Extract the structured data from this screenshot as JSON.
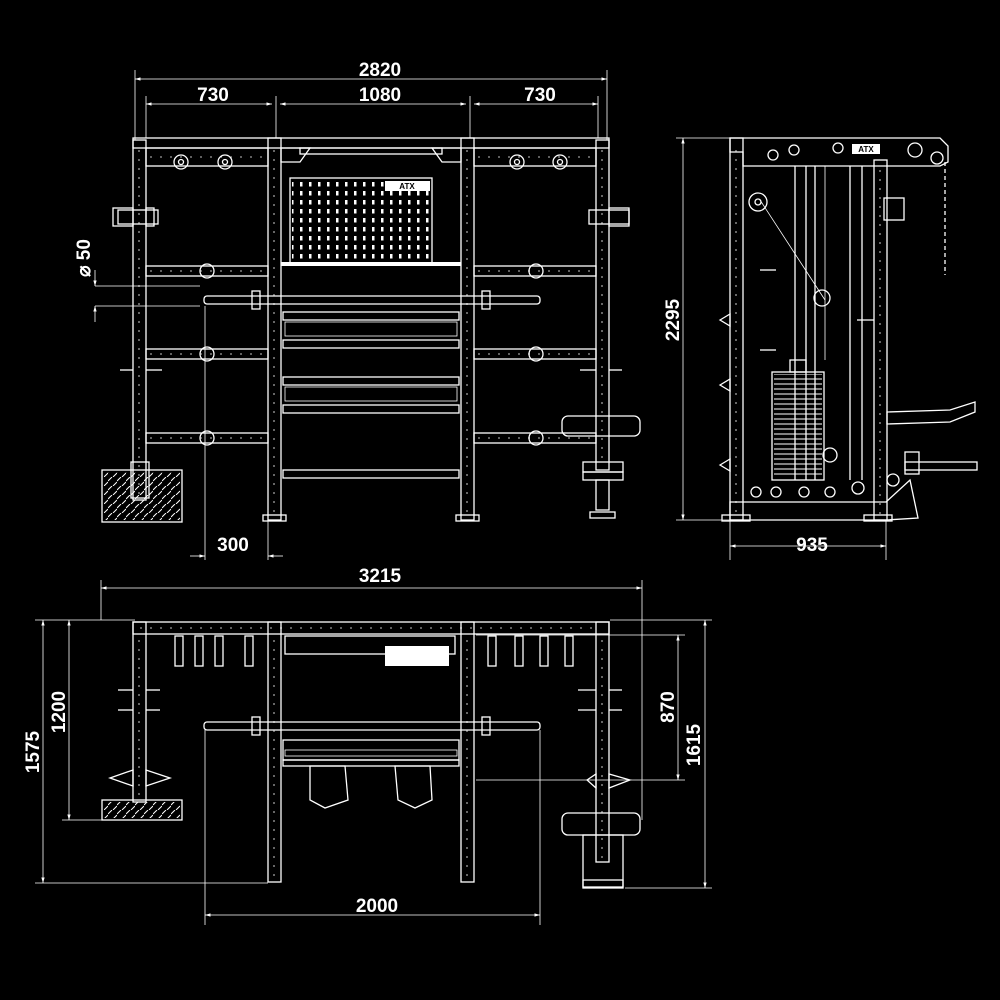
{
  "colors": {
    "background": "#000000",
    "line": "#ffffff"
  },
  "front_view": {
    "overall_width": "2820",
    "left_bay": "730",
    "center_bay": "1080",
    "right_bay": "730",
    "bar_diameter": "⌀ 50",
    "bottom_offset": "300",
    "logo": "ATX"
  },
  "side_view": {
    "height": "2295",
    "depth": "935",
    "logo": "ATX"
  },
  "top_view": {
    "overall_width": "3215",
    "base_width": "2000",
    "depth_left_outer": "1575",
    "depth_left_inner": "1200",
    "depth_right_inner": "870",
    "depth_right_outer": "1615"
  }
}
